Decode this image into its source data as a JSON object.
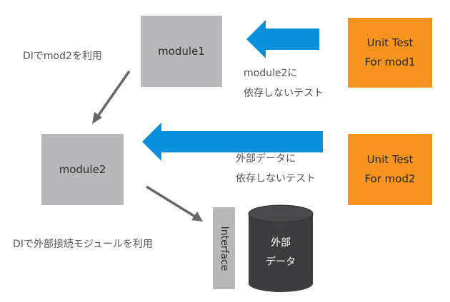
{
  "nodes": {
    "module1": "module1",
    "module2": "module2",
    "unit_test_1": {
      "line1": "Unit Test",
      "line2": "For mod1"
    },
    "unit_test_2": {
      "line1": "Unit Test",
      "line2": "For mod2"
    },
    "interface": "Interface",
    "external_data": {
      "line1": "外部",
      "line2": "データ"
    }
  },
  "labels": {
    "di_mod2": "DIでmod2を利用",
    "di_external": "DIで外部接続モジュールを利用",
    "test1_note": {
      "line1": "module2に",
      "line2": "依存しないテスト"
    },
    "test2_note": {
      "line1": "外部データに",
      "line2": "依存しないテスト"
    }
  },
  "colors": {
    "box_gray": "#b8b8ba",
    "test_orange": "#f7941e",
    "arrow_blue": "#0a8fdc",
    "arrow_gray": "#666666",
    "cylinder": "#3d3d3f",
    "cylinder_top": "#4a4a4c"
  }
}
